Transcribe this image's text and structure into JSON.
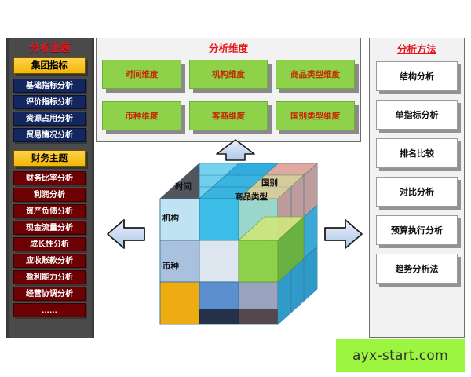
{
  "sidebar": {
    "title": "分析主题",
    "groups": [
      {
        "header": "集团指标",
        "items": [
          "基础指标分析",
          "评价指标分析",
          "资源占用分析",
          "贸易情况分析"
        ]
      },
      {
        "header": "财务主题",
        "items": [
          "财务比率分析",
          "利润分析",
          "资产负债分析",
          "现金流量分析",
          "成长性分析",
          "应收账款分析",
          "盈利能力分析",
          "经营协调分析",
          "……"
        ]
      }
    ],
    "colors": {
      "background": "#4a4a4a",
      "title": "#e8141b",
      "header": "#f2b705",
      "group1_item": "#13275e",
      "group2_item": "#6d0003"
    }
  },
  "dimensions_panel": {
    "title": "分析维度",
    "boxes": [
      "时间维度",
      "机构维度",
      "商品类型维度",
      "币种维度",
      "客商维度",
      "国别类型维度"
    ],
    "colors": {
      "box": "#8ed24a",
      "text": "#c62900",
      "title": "#e8141b"
    }
  },
  "methods_panel": {
    "title": "分析方法",
    "boxes": [
      "结构分析",
      "单指标分析",
      "排名比较",
      "对比分析",
      "预算执行分析",
      "趋势分析法"
    ],
    "colors": {
      "box": "#ffffff",
      "title": "#e8141b"
    }
  },
  "cube": {
    "labels": {
      "time": "时间",
      "organization": "机构",
      "currency": "币种",
      "goods_type": "商品类型",
      "country": "国别"
    }
  },
  "arrows": {
    "up": "arrow-up-icon",
    "left": "arrow-left-icon",
    "right": "arrow-right-icon",
    "color": "#c7d9f2"
  },
  "watermark": {
    "text": "ayx-start.com",
    "background": "#9cf53f"
  }
}
